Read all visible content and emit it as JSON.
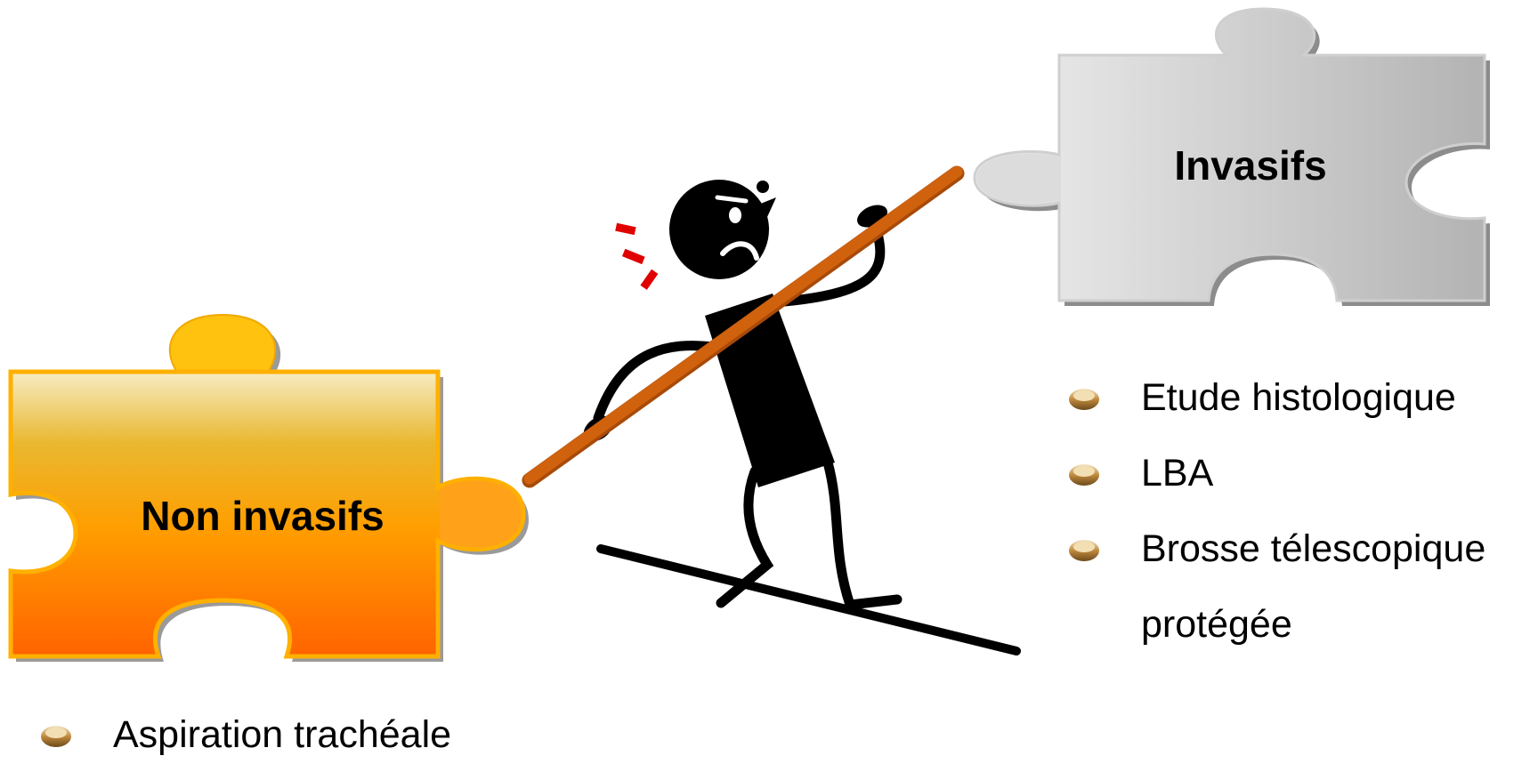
{
  "pieces": {
    "non_invasive": {
      "label": "Non invasifs",
      "gradient_top": "#f7ecc4",
      "gradient_mid": "#f5a800",
      "gradient_bottom": "#ff6a00",
      "tab_color": "#ffc20e",
      "border_color": "#ffc000"
    },
    "invasive": {
      "label": "Invasifs",
      "fill_light": "#f2f2f2",
      "fill_dark": "#b9b9b9"
    }
  },
  "invasive_methods": {
    "items": [
      {
        "label": "Etude histologique"
      },
      {
        "label": "LBA"
      },
      {
        "label": "Brosse télescopique",
        "continuation": "protégée"
      }
    ]
  },
  "non_invasive_methods": {
    "items": [
      {
        "label": "Aspiration trachéale"
      }
    ]
  },
  "figure": {
    "icon": "stick-figure-pushing-pole-icon",
    "pole_color": "#d0620e",
    "body_color": "#000000",
    "alarm_marks_color": "#e00000"
  },
  "bullet": {
    "icon": "disc-bullet-icon",
    "color": "#c9954a"
  }
}
